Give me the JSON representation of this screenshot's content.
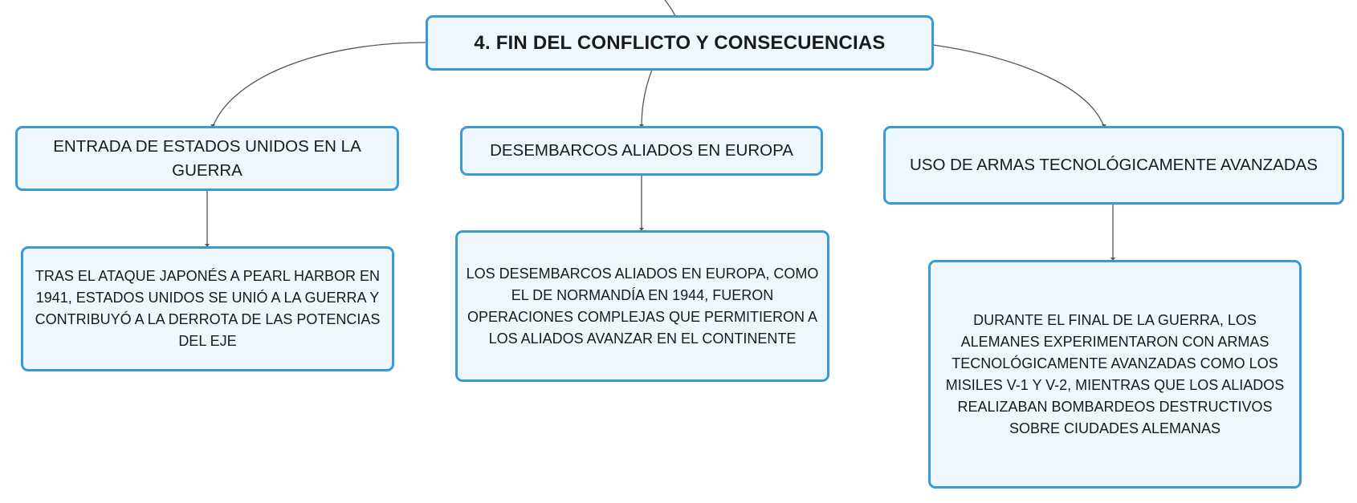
{
  "diagram": {
    "root": {
      "label": "4. FIN DEL CONFLICTO Y CONSECUENCIAS"
    },
    "branches": [
      {
        "topic": "ENTRADA DE ESTADOS UNIDOS EN LA GUERRA",
        "detail": "TRAS EL ATAQUE JAPONÉS A PEARL HARBOR EN 1941, ESTADOS UNIDOS SE UNIÓ A LA GUERRA Y CONTRIBUYÓ A LA DERROTA DE LAS POTENCIAS DEL EJE"
      },
      {
        "topic": "DESEMBARCOS ALIADOS EN EUROPA",
        "detail": "LOS DESEMBARCOS ALIADOS EN EUROPA, COMO EL DE NORMANDÍA EN 1944, FUERON OPERACIONES COMPLEJAS QUE PERMITIERON A LOS ALIADOS AVANZAR EN EL CONTINENTE"
      },
      {
        "topic": "USO DE ARMAS TECNOLÓGICAMENTE AVANZADAS",
        "detail": "DURANTE EL FINAL DE LA GUERRA, LOS ALEMANES EXPERIMENTARON CON ARMAS TECNOLÓGICAMENTE AVANZADAS COMO LOS MISILES V-1 Y V-2, MIENTRAS QUE LOS ALIADOS REALIZABAN BOMBARDEOS DESTRUCTIVOS SOBRE CIUDADES ALEMANAS"
      }
    ],
    "colors": {
      "node_border": "#3a9ad9",
      "node_fill": "#eef7fd",
      "connector": "#555555"
    }
  }
}
